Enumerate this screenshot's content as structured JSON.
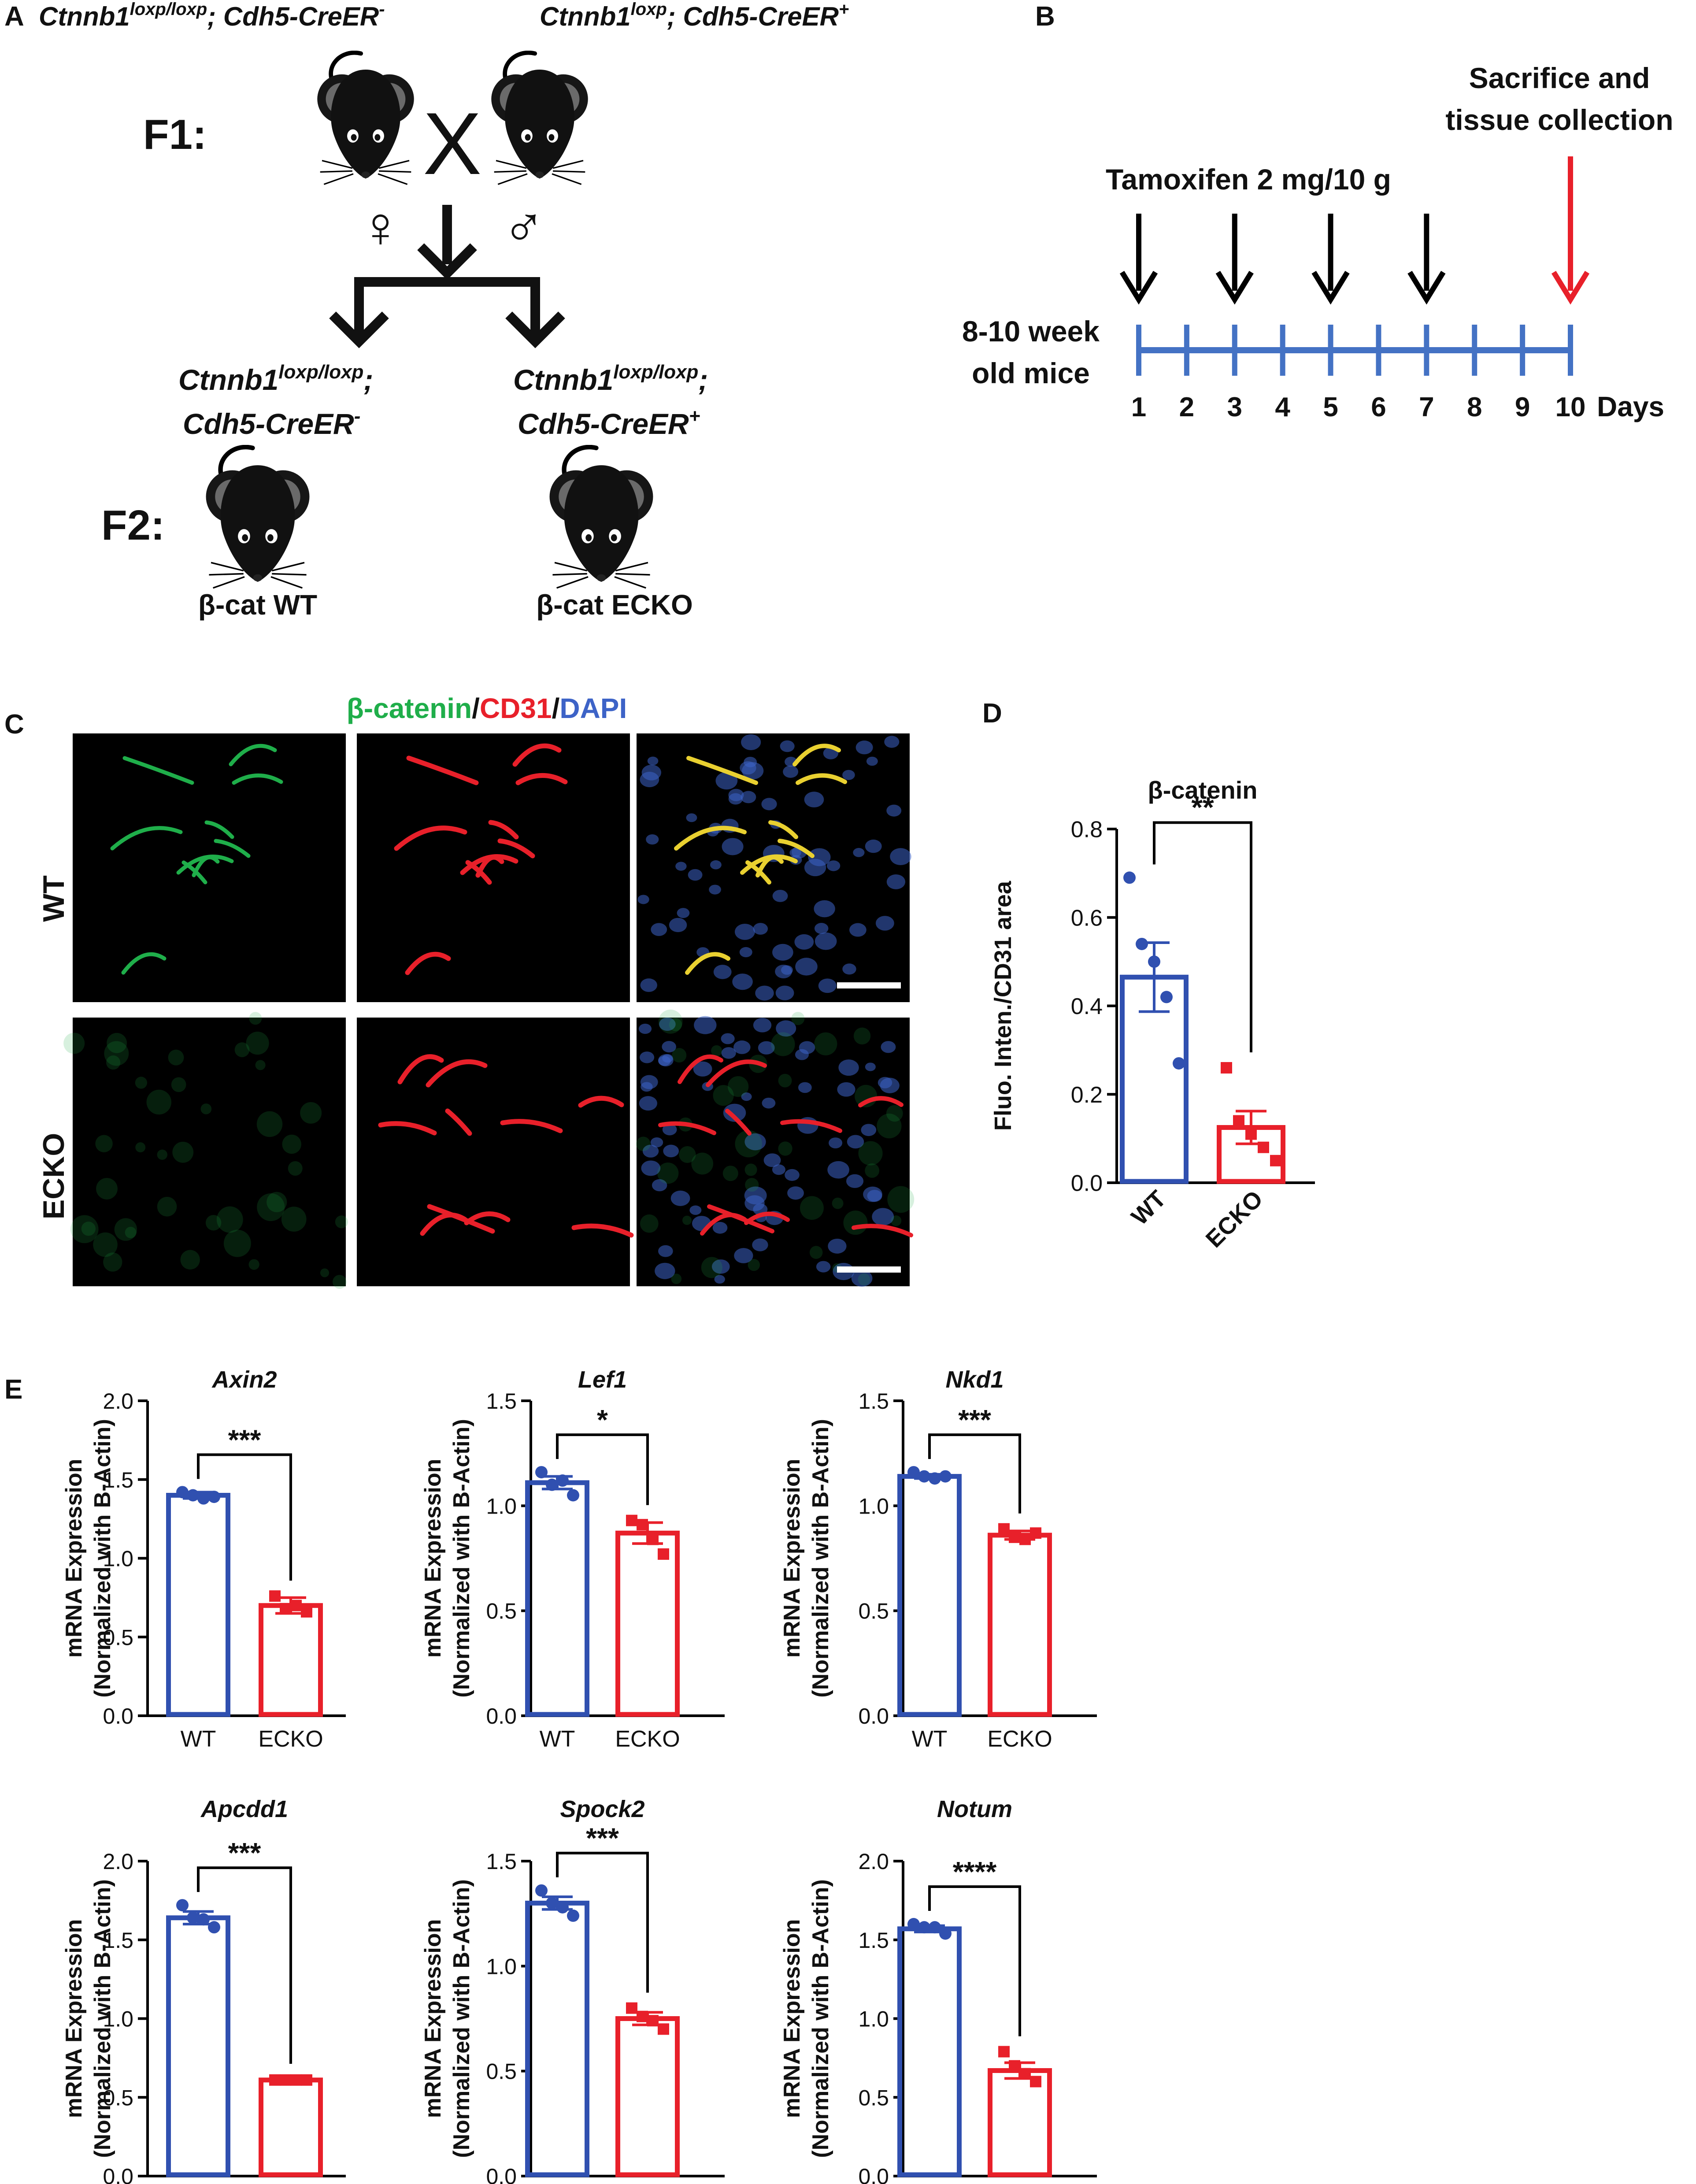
{
  "panels": {
    "A": {
      "letter": "A",
      "parent_left": {
        "gene": "Ctnnb1",
        "sup1": "loxp/loxp",
        "mid": "; ",
        "cre": "Cdh5-CreER",
        "sup2": "-"
      },
      "parent_right": {
        "gene": "Ctnnb1",
        "sup1": "loxp",
        "mid": "; ",
        "cre": "Cdh5-CreER",
        "sup2": "+"
      },
      "f1_label": "F1:",
      "cross_symbol": "X",
      "female_symbol": "♀",
      "male_symbol": "♂",
      "f2_label": "F2:",
      "child_left": {
        "gene": "Ctnnb1",
        "sup1": "loxp/loxp",
        "mid": ";",
        "cre": "Cdh5-CreER",
        "sup2": "-",
        "name": "β-cat WT"
      },
      "child_right": {
        "gene": "Ctnnb1",
        "sup1": "loxp/loxp",
        "mid": ";",
        "cre": "Cdh5-CreER",
        "sup2": "+",
        "name": "β-cat ECKO"
      },
      "mouse_icon": "mouse-icon"
    },
    "B": {
      "letter": "B",
      "treatment": "Tamoxifen 2 mg/10 g",
      "sacrifice_line1": "Sacrifice and",
      "sacrifice_line2": "tissue collection",
      "age_line1": "8-10 week",
      "age_line2": "old mice",
      "days": [
        "1",
        "2",
        "3",
        "4",
        "5",
        "6",
        "7",
        "8",
        "9",
        "10"
      ],
      "days_unit": "Days",
      "injection_days": [
        1,
        3,
        5,
        7
      ],
      "sacrifice_day": 10,
      "timeline_color": "#4472c4",
      "sacrifice_arrow_color": "#e8202a"
    },
    "C": {
      "letter": "C",
      "stain_green": "β-catenin",
      "stain_red": "CD31",
      "stain_blue": "DAPI",
      "sep": "/",
      "row_wt": "WT",
      "row_ecko": "ECKO",
      "colors": {
        "green": "#1fae4a",
        "red": "#e8202a",
        "blue": "#3d63c7"
      }
    },
    "D": {
      "letter": "D"
    },
    "E": {
      "letter": "E"
    }
  },
  "chart_data": [
    {
      "panel": "D",
      "type": "bar",
      "title": "β-catenin",
      "categories": [
        "WT",
        "ECKO"
      ],
      "ylabel": "Fluo. Inten./CD31 area",
      "ylim": [
        0,
        0.8
      ],
      "yticks": [
        "0.0",
        "0.2",
        "0.4",
        "0.6",
        "0.8"
      ],
      "values": [
        0.465,
        0.125
      ],
      "sem": [
        0.078,
        0.037
      ],
      "points": [
        [
          0.69,
          0.54,
          0.5,
          0.42,
          0.27
        ],
        [
          0.26,
          0.14,
          0.11,
          0.08,
          0.05
        ]
      ],
      "significance": "**",
      "colors": [
        "#3050b0",
        "#e8202a"
      ],
      "markers": [
        "circle",
        "square"
      ]
    },
    {
      "panel": "E",
      "type": "bar",
      "title": "Axin2",
      "categories": [
        "WT",
        "ECKO"
      ],
      "ylabel": [
        "mRNA Expression",
        "(Normalized with B-Actin)"
      ],
      "ylim": [
        0,
        2.0
      ],
      "yticks": [
        "0.0",
        "0.5",
        "1.0",
        "1.5",
        "2.0"
      ],
      "values": [
        1.4,
        0.7
      ],
      "sem": [
        0.02,
        0.05
      ],
      "points": [
        [
          1.42,
          1.4,
          1.38,
          1.39
        ],
        [
          0.76,
          0.68,
          0.7,
          0.66
        ]
      ],
      "significance": "***",
      "colors": [
        "#3050b0",
        "#e8202a"
      ],
      "markers": [
        "circle",
        "square"
      ]
    },
    {
      "panel": "E",
      "type": "bar",
      "title": "Lef1",
      "categories": [
        "WT",
        "ECKO"
      ],
      "ylabel": [
        "mRNA Expression",
        "(Normalized with B-Actin)"
      ],
      "ylim": [
        0,
        1.5
      ],
      "yticks": [
        "0.0",
        "0.5",
        "1.0",
        "1.5"
      ],
      "values": [
        1.11,
        0.87
      ],
      "sem": [
        0.03,
        0.05
      ],
      "points": [
        [
          1.16,
          1.1,
          1.12,
          1.05
        ],
        [
          0.93,
          0.91,
          0.84,
          0.77
        ]
      ],
      "significance": "*",
      "colors": [
        "#3050b0",
        "#e8202a"
      ],
      "markers": [
        "circle",
        "square"
      ]
    },
    {
      "panel": "E",
      "type": "bar",
      "title": "Nkd1",
      "categories": [
        "WT",
        "ECKO"
      ],
      "ylabel": [
        "mRNA Expression",
        "(Normalized with B-Actin)"
      ],
      "ylim": [
        0,
        1.5
      ],
      "yticks": [
        "0.0",
        "0.5",
        "1.0",
        "1.5"
      ],
      "values": [
        1.14,
        0.86
      ],
      "sem": [
        0.01,
        0.02
      ],
      "points": [
        [
          1.16,
          1.14,
          1.13,
          1.14
        ],
        [
          0.89,
          0.85,
          0.84,
          0.87
        ]
      ],
      "significance": "***",
      "colors": [
        "#3050b0",
        "#e8202a"
      ],
      "markers": [
        "circle",
        "square"
      ]
    },
    {
      "panel": "E",
      "type": "bar",
      "title": "Apcdd1",
      "categories": [
        "WT",
        "ECKO"
      ],
      "ylabel": [
        "mRNA Expression",
        "(Normalized with B-Actin)"
      ],
      "ylim": [
        0,
        2.0
      ],
      "yticks": [
        "0.0",
        "0.5",
        "1.0",
        "1.5",
        "2.0"
      ],
      "values": [
        1.64,
        0.61
      ],
      "sem": [
        0.04,
        0.005
      ],
      "points": [
        [
          1.72,
          1.64,
          1.63,
          1.58
        ],
        [
          0.61,
          0.61,
          0.61,
          0.61
        ]
      ],
      "significance": "***",
      "colors": [
        "#3050b0",
        "#e8202a"
      ],
      "markers": [
        "circle",
        "square"
      ]
    },
    {
      "panel": "E",
      "type": "bar",
      "title": "Spock2",
      "categories": [
        "WT",
        "ECKO"
      ],
      "ylabel": [
        "mRNA Expression",
        "(Normalized with B-Actin)"
      ],
      "ylim": [
        0,
        1.5
      ],
      "yticks": [
        "0.0",
        "0.5",
        "1.0",
        "1.5"
      ],
      "values": [
        1.3,
        0.75
      ],
      "sem": [
        0.03,
        0.03
      ],
      "points": [
        [
          1.36,
          1.3,
          1.28,
          1.24
        ],
        [
          0.8,
          0.76,
          0.74,
          0.7
        ]
      ],
      "significance": "***",
      "colors": [
        "#3050b0",
        "#e8202a"
      ],
      "markers": [
        "circle",
        "square"
      ]
    },
    {
      "panel": "E",
      "type": "bar",
      "title": "Notum",
      "categories": [
        "WT",
        "ECKO"
      ],
      "ylabel": [
        "mRNA Expression",
        "(Normalized with B-Actin)"
      ],
      "ylim": [
        0,
        2.0
      ],
      "yticks": [
        "0.0",
        "0.5",
        "1.0",
        "1.5",
        "2.0"
      ],
      "values": [
        1.57,
        0.67
      ],
      "sem": [
        0.02,
        0.05
      ],
      "points": [
        [
          1.6,
          1.58,
          1.58,
          1.54
        ],
        [
          0.79,
          0.7,
          0.65,
          0.6
        ]
      ],
      "significance": "****",
      "colors": [
        "#3050b0",
        "#e8202a"
      ],
      "markers": [
        "circle",
        "square"
      ]
    }
  ]
}
